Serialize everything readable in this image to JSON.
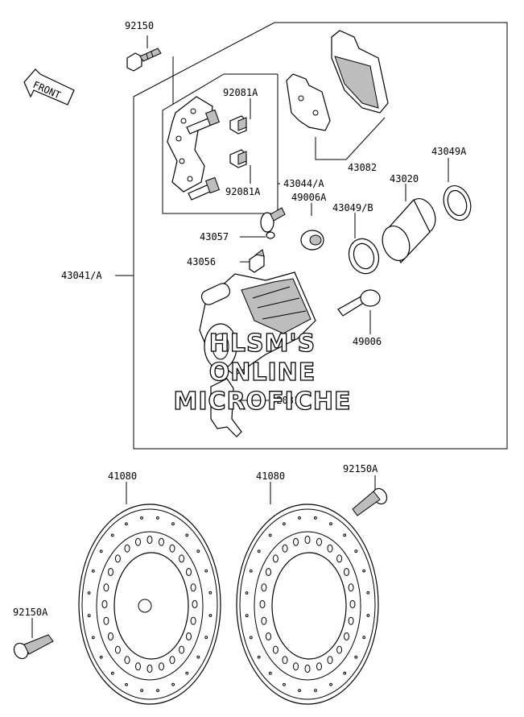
{
  "front_label": "FRONT",
  "watermark": [
    "HLSM'S",
    "ONLINE",
    "MICROFICHE"
  ],
  "labels": {
    "l92150": "92150",
    "l92081A_top": "92081A",
    "l92081A_bottom": "92081A",
    "l43082": "43082",
    "l43049A": "43049A",
    "l43044A": "43044/A",
    "l49006A": "49006A",
    "l43020": "43020",
    "l43049B": "43049/B",
    "l43057": "43057",
    "l43056": "43056",
    "l43041A": "43041/A",
    "l49006": "49006",
    "l92081": "92081",
    "l41080_left": "41080",
    "l41080_right": "41080",
    "l92150A_right": "92150A",
    "l92150A_left": "92150A"
  },
  "colors": {
    "line": "#000000",
    "shade": "#bdbdbd",
    "background": "#ffffff"
  }
}
